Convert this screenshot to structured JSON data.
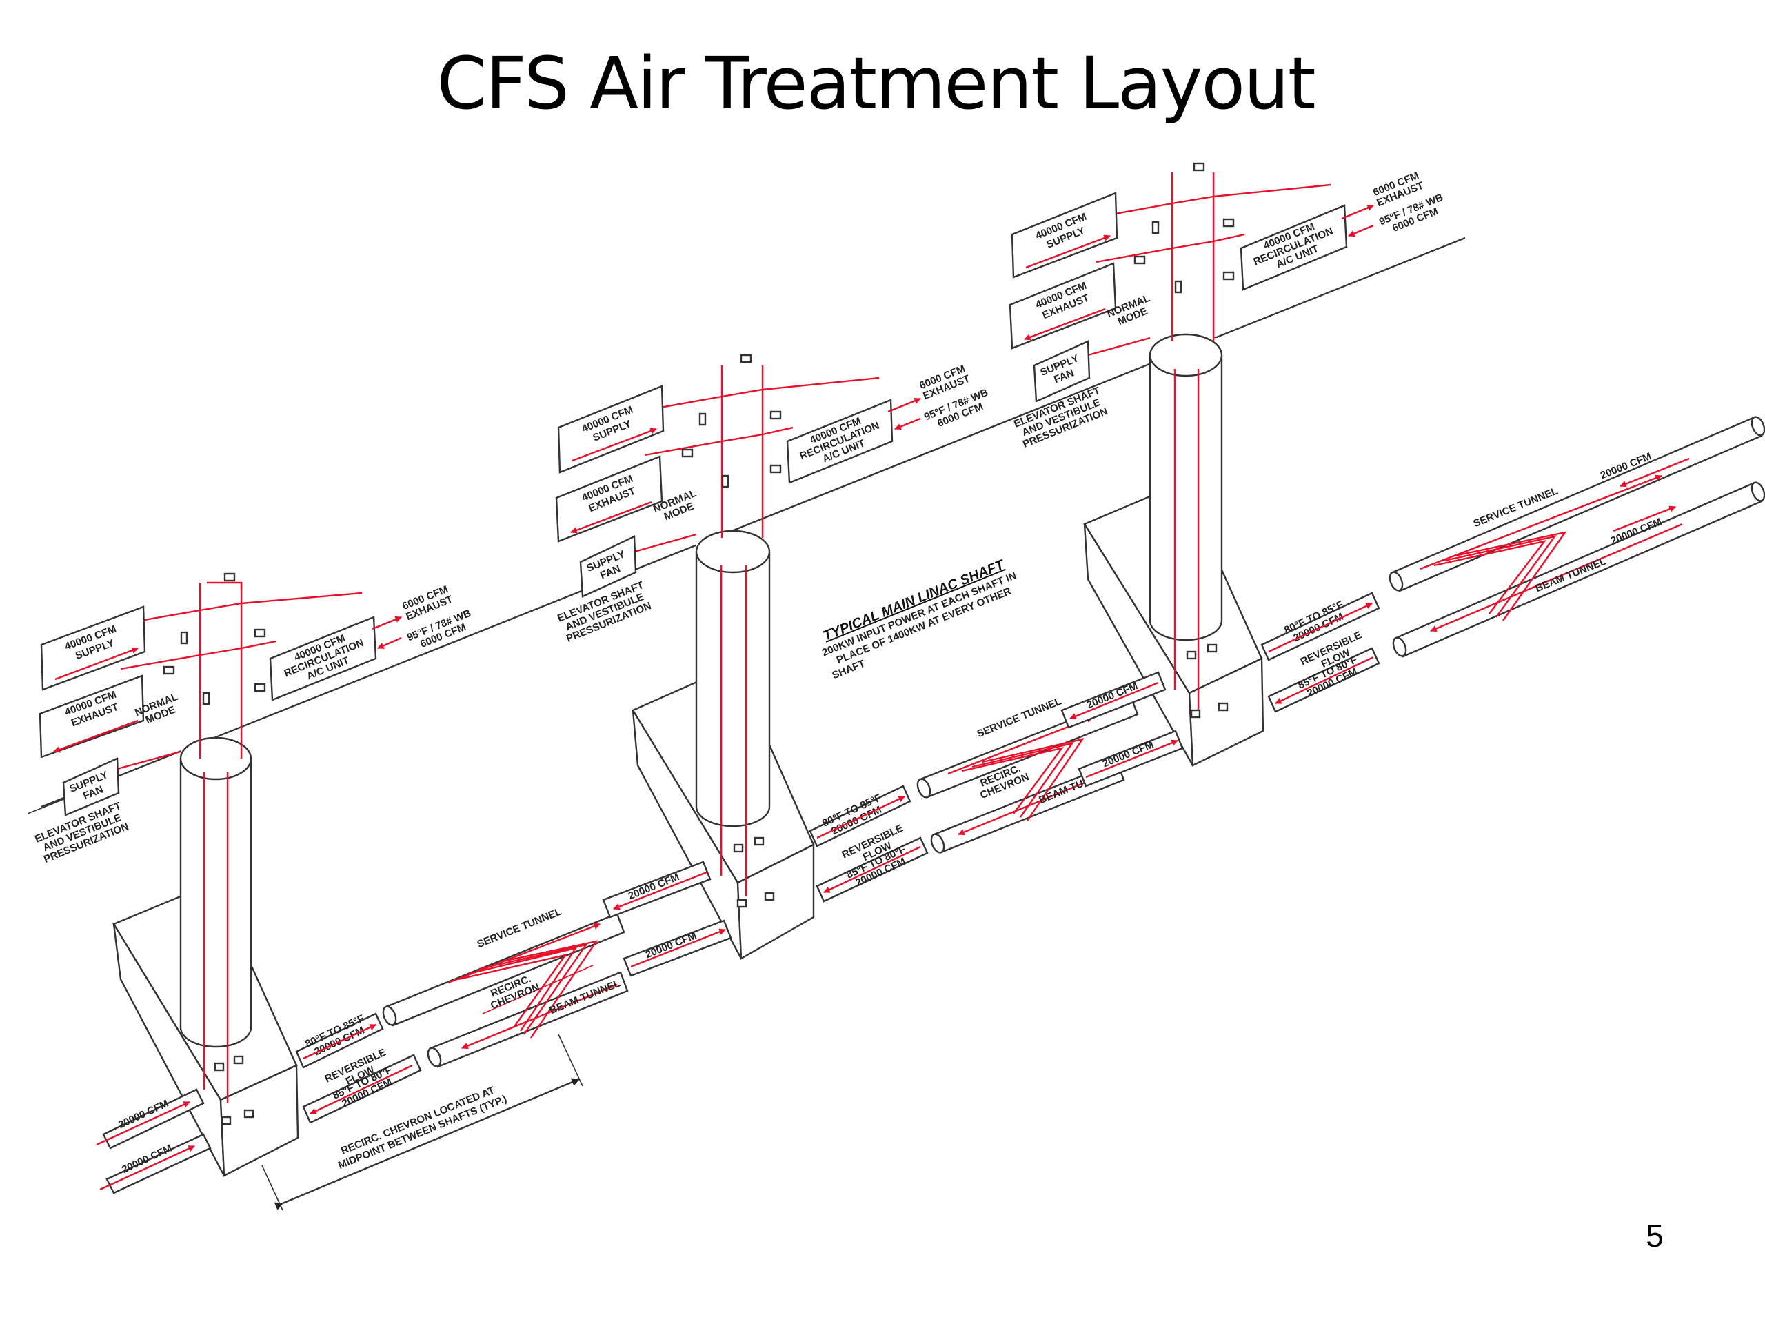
{
  "slide": {
    "title": "CFS Air Treatment Layout",
    "page_number": "5"
  },
  "colors": {
    "airflow": "#e8102a",
    "outline": "#333333"
  },
  "shafts": [
    {
      "supply": [
        "40000 CFM",
        "SUPPLY"
      ],
      "exhaust": [
        "40000 CFM",
        "EXHAUST"
      ],
      "recirc": [
        "40000 CFM",
        "RECIRCULATION",
        "A/C UNIT"
      ],
      "ext_exhaust": [
        "6000 CFM",
        "EXHAUST"
      ],
      "ext_intake": [
        "95°F / 78# WB",
        "6000 CFM"
      ],
      "mode": [
        "NORMAL",
        "MODE"
      ],
      "fan": [
        "SUPPLY",
        "FAN"
      ],
      "pressurization": [
        "ELEVATOR SHAFT",
        "AND VESTIBULE",
        "PRESSURIZATION"
      ]
    },
    {
      "supply": [
        "40000 CFM",
        "SUPPLY"
      ],
      "exhaust": [
        "40000 CFM",
        "EXHAUST"
      ],
      "recirc": [
        "40000 CFM",
        "RECIRCULATION",
        "A/C UNIT"
      ],
      "ext_exhaust": [
        "6000 CFM",
        "EXHAUST"
      ],
      "ext_intake": [
        "95°F / 78# WB",
        "6000 CFM"
      ],
      "mode": [
        "NORMAL",
        "MODE"
      ],
      "fan": [
        "SUPPLY",
        "FAN"
      ],
      "pressurization": [
        "ELEVATOR SHAFT",
        "AND VESTIBULE",
        "PRESSURIZATION"
      ]
    },
    {
      "supply": [
        "40000 CFM",
        "SUPPLY"
      ],
      "exhaust": [
        "40000 CFM",
        "EXHAUST"
      ],
      "recirc": [
        "40000 CFM",
        "RECIRCULATION",
        "A/C UNIT"
      ],
      "ext_exhaust": [
        "6000 CFM",
        "EXHAUST"
      ],
      "ext_intake": [
        "95°F / 78# WB",
        "6000 CFM"
      ],
      "mode": [
        "NORMAL",
        "MODE"
      ],
      "fan": [
        "SUPPLY",
        "FAN"
      ],
      "pressurization": [
        "ELEVATOR SHAFT",
        "AND VESTIBULE",
        "PRESSURIZATION"
      ]
    }
  ],
  "tunnels": {
    "service_tunnel": "SERVICE TUNNEL",
    "beam_tunnel": "BEAM TUNNEL",
    "flow_20000": "20000 CFM",
    "reversible_flow": [
      "REVERSIBLE",
      "FLOW"
    ],
    "temp_a": [
      "80°F TO 85°F",
      "20000 CFM"
    ],
    "temp_b": [
      "85°F TO 80°F",
      "20000 CFM"
    ],
    "chevron": [
      "RECIRC.",
      "CHEVRON"
    ]
  },
  "notes": {
    "typical_title": "TYPICAL MAIN LINAC SHAFT",
    "typical_body": [
      "200KW INPUT POWER AT EACH SHAFT IN",
      "PLACE OF 1400KW AT EVERY OTHER",
      "SHAFT"
    ],
    "chevron_note": [
      "RECIRC. CHEVRON LOCATED AT",
      "MIDPOINT BETWEEN SHAFTS (TYP.)"
    ]
  }
}
